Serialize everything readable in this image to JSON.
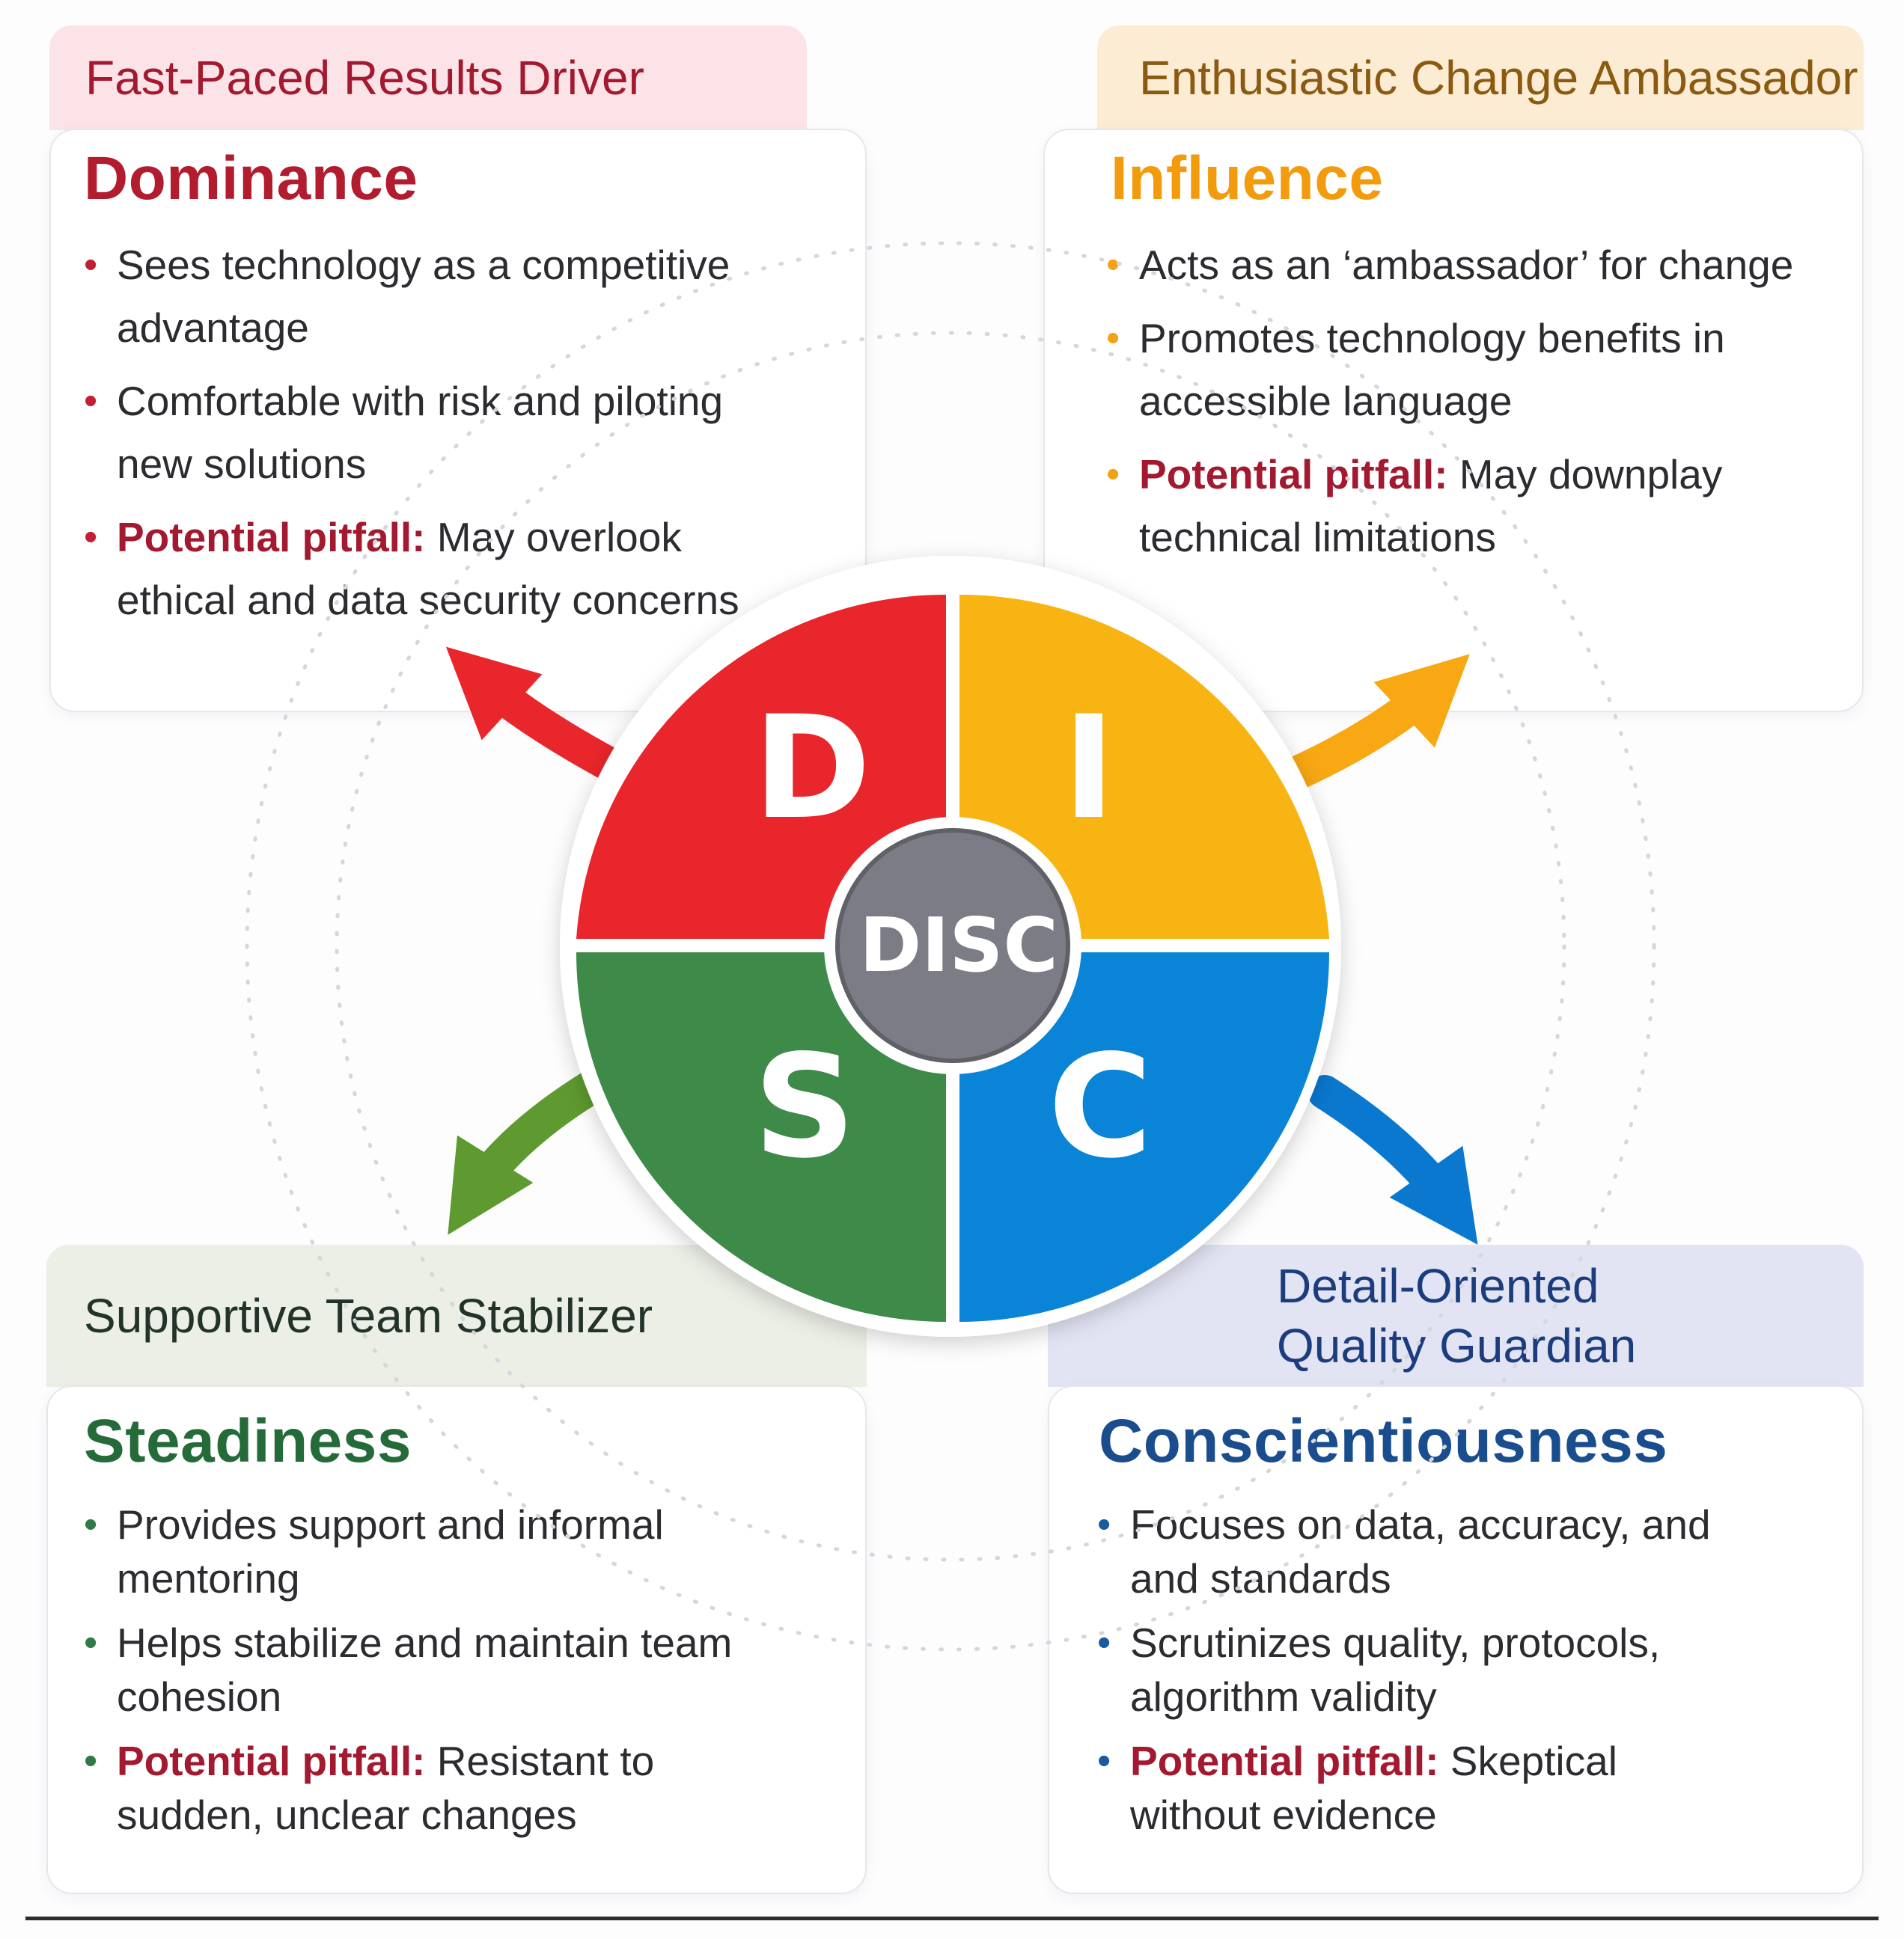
{
  "quadrants": {
    "d": {
      "tagline": "Fast-Paced Results Driver",
      "title": "Dominance",
      "bullets": [
        "Sees technology as a competitive advantage",
        "Comfortable with risk  and piloting new solutions"
      ],
      "pitfall_label": "Potential pitfall:",
      "pitfall_text": " May overlook ethical and data security concerns"
    },
    "i": {
      "tagline": "Enthusiastic Change Ambassador",
      "title": "Influence",
      "bullets": [
        "Acts as an ‘ambassador’ for change",
        "Promotes technology benefits in accessible language"
      ],
      "pitfall_label": "Potential pitfall:",
      "pitfall_text": " May downplay technical limitations"
    },
    "s": {
      "tagline": "Supportive Team Stabilizer",
      "title": "Steadiness",
      "bullets": [
        "Provides support and informal mentoring",
        "Helps stabilize and maintain team cohesion"
      ],
      "pitfall_label": "Potential pitfall:",
      "pitfall_text": " Resistant to sudden, unclear changes"
    },
    "c": {
      "tagline": "Detail-Oriented Quality Guardian",
      "title": "Conscientiousness",
      "bullets": [
        "Focuses on data, accuracy, and and standards",
        "Scrutinizes quality, protocols, algorithm validity"
      ],
      "pitfall_label": "Potential pitfall:",
      "pitfall_text": " Skeptical without evidence"
    }
  },
  "wheel": {
    "center_label": "DISC",
    "letters": {
      "d": "D",
      "i": "I",
      "s": "S",
      "c": "C"
    },
    "colors": {
      "d": "#e8262b",
      "i": "#f7b412",
      "s": "#3e8a49",
      "c": "#0a84d6",
      "center": "#7b7c85"
    }
  }
}
